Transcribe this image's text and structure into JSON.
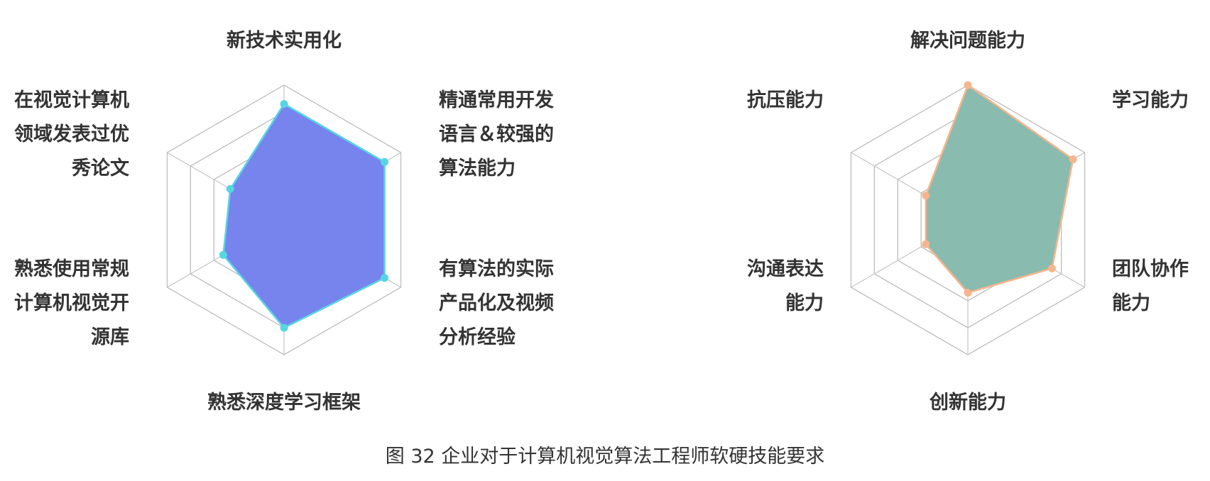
{
  "caption": "图 32 企业对于计算机视觉算法工程师软硬技能要求",
  "chart_data": [
    {
      "type": "radar",
      "axis_max": 5,
      "grid_levels": 5,
      "fill_color": "#7784ee",
      "line_color": "#56d5e3",
      "axes": [
        {
          "label_lines": [
            "新技术实用化"
          ],
          "value": 4.3
        },
        {
          "label_lines": [
            "精通常用开发",
            "语言＆较强的",
            "算法能力"
          ],
          "value": 4.3
        },
        {
          "label_lines": [
            "有算法的实际",
            "产品化及视频",
            "分析经验"
          ],
          "value": 4.3
        },
        {
          "label_lines": [
            "熟悉深度学习框架"
          ],
          "value": 4.0
        },
        {
          "label_lines": [
            "熟悉使用常规",
            "计算机视觉开",
            "源库"
          ],
          "value": 2.6
        },
        {
          "label_lines": [
            "在视觉计算机",
            "领域发表过优",
            "秀论文"
          ],
          "value": 2.3
        }
      ]
    },
    {
      "type": "radar",
      "axis_max": 5,
      "grid_levels": 5,
      "fill_color": "#89bcaf",
      "line_color": "#f6b58d",
      "axes": [
        {
          "label_lines": [
            "解决问题能力"
          ],
          "value": 5.0
        },
        {
          "label_lines": [
            "学习能力"
          ],
          "value": 4.5
        },
        {
          "label_lines": [
            "团队协作",
            "能力"
          ],
          "value": 3.6
        },
        {
          "label_lines": [
            "创新能力"
          ],
          "value": 2.7
        },
        {
          "label_lines": [
            "沟通表达",
            "能力"
          ],
          "value": 1.8
        },
        {
          "label_lines": [
            "抗压能力"
          ],
          "value": 1.8
        }
      ]
    }
  ]
}
